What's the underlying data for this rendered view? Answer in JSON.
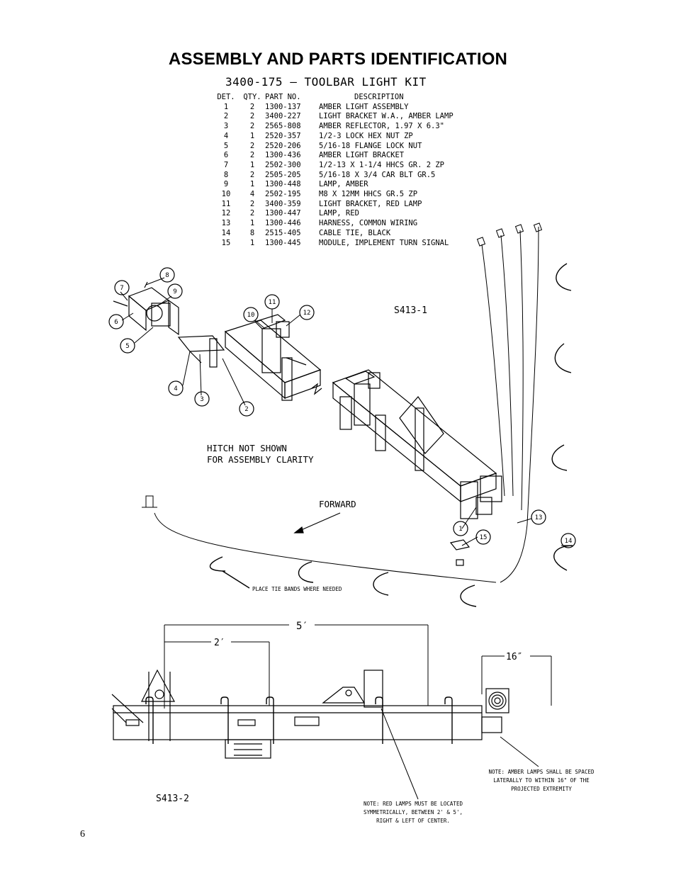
{
  "title": "ASSEMBLY AND PARTS IDENTIFICATION",
  "kit_title": "3400-175  —  TOOLBAR LIGHT KIT",
  "parts_table": {
    "headers": [
      "DET.",
      "QTY.",
      "PART NO.",
      "DESCRIPTION"
    ],
    "rows": [
      {
        "det": "1",
        "qty": "2",
        "part": "1300-137",
        "desc": "AMBER LIGHT ASSEMBLY"
      },
      {
        "det": "2",
        "qty": "2",
        "part": "3400-227",
        "desc": "LIGHT BRACKET W.A., AMBER LAMP"
      },
      {
        "det": "3",
        "qty": "2",
        "part": "2565-808",
        "desc": "AMBER REFLECTOR, 1.97 X 6.3\""
      },
      {
        "det": "4",
        "qty": "1",
        "part": "2520-357",
        "desc": "1/2-3 LOCK HEX NUT ZP"
      },
      {
        "det": "5",
        "qty": "2",
        "part": "2520-206",
        "desc": "5/16-18 FLANGE LOCK NUT"
      },
      {
        "det": "6",
        "qty": "2",
        "part": "1300-436",
        "desc": "AMBER LIGHT BRACKET"
      },
      {
        "det": "7",
        "qty": "1",
        "part": "2502-300",
        "desc": "1/2-13 X 1-1/4 HHCS GR. 2 ZP"
      },
      {
        "det": "8",
        "qty": "2",
        "part": "2505-205",
        "desc": "5/16-18 X 3/4 CAR BLT GR.5"
      },
      {
        "det": "9",
        "qty": "1",
        "part": "1300-448",
        "desc": "LAMP, AMBER"
      },
      {
        "det": "10",
        "qty": "4",
        "part": "2502-195",
        "desc": "M8 X 12MM HHCS GR.5 ZP"
      },
      {
        "det": "11",
        "qty": "2",
        "part": "3400-359",
        "desc": "LIGHT BRACKET, RED LAMP"
      },
      {
        "det": "12",
        "qty": "2",
        "part": "1300-447",
        "desc": "LAMP, RED"
      },
      {
        "det": "13",
        "qty": "1",
        "part": "1300-446",
        "desc": "HARNESS, COMMON WIRING"
      },
      {
        "det": "14",
        "qty": "8",
        "part": "2515-405",
        "desc": "CABLE TIE, BLACK"
      },
      {
        "det": "15",
        "qty": "1",
        "part": "1300-445",
        "desc": "MODULE, IMPLEMENT TURN SIGNAL"
      }
    ]
  },
  "drawing_top": {
    "code": "S413-1",
    "note_hitch_line1": "HITCH NOT SHOWN",
    "note_hitch_line2": "FOR ASSEMBLY CLARITY",
    "forward_label": "FORWARD",
    "tie_note": "PLACE TIE BANDS WHERE NEEDED",
    "callouts": [
      "1",
      "2",
      "3",
      "4",
      "5",
      "6",
      "7",
      "8",
      "9",
      "10",
      "11",
      "12",
      "13",
      "14",
      "15"
    ]
  },
  "drawing_bottom": {
    "code": "S413-2",
    "dim_5ft": "5′",
    "dim_2ft": "2′",
    "dim_16in": "16″",
    "note_amber": [
      "NOTE: AMBER LAMPS SHALL BE SPACED",
      "LATERALLY TO WITHIN 16\" OF THE",
      "PROJECTED EXTREMITY"
    ],
    "note_red": [
      "NOTE: RED LAMPS MUST BE LOCATED",
      "SYMMETRICALLY, BETWEEN 2' & 5',",
      "RIGHT & LEFT OF CENTER."
    ]
  },
  "page_number": "6"
}
